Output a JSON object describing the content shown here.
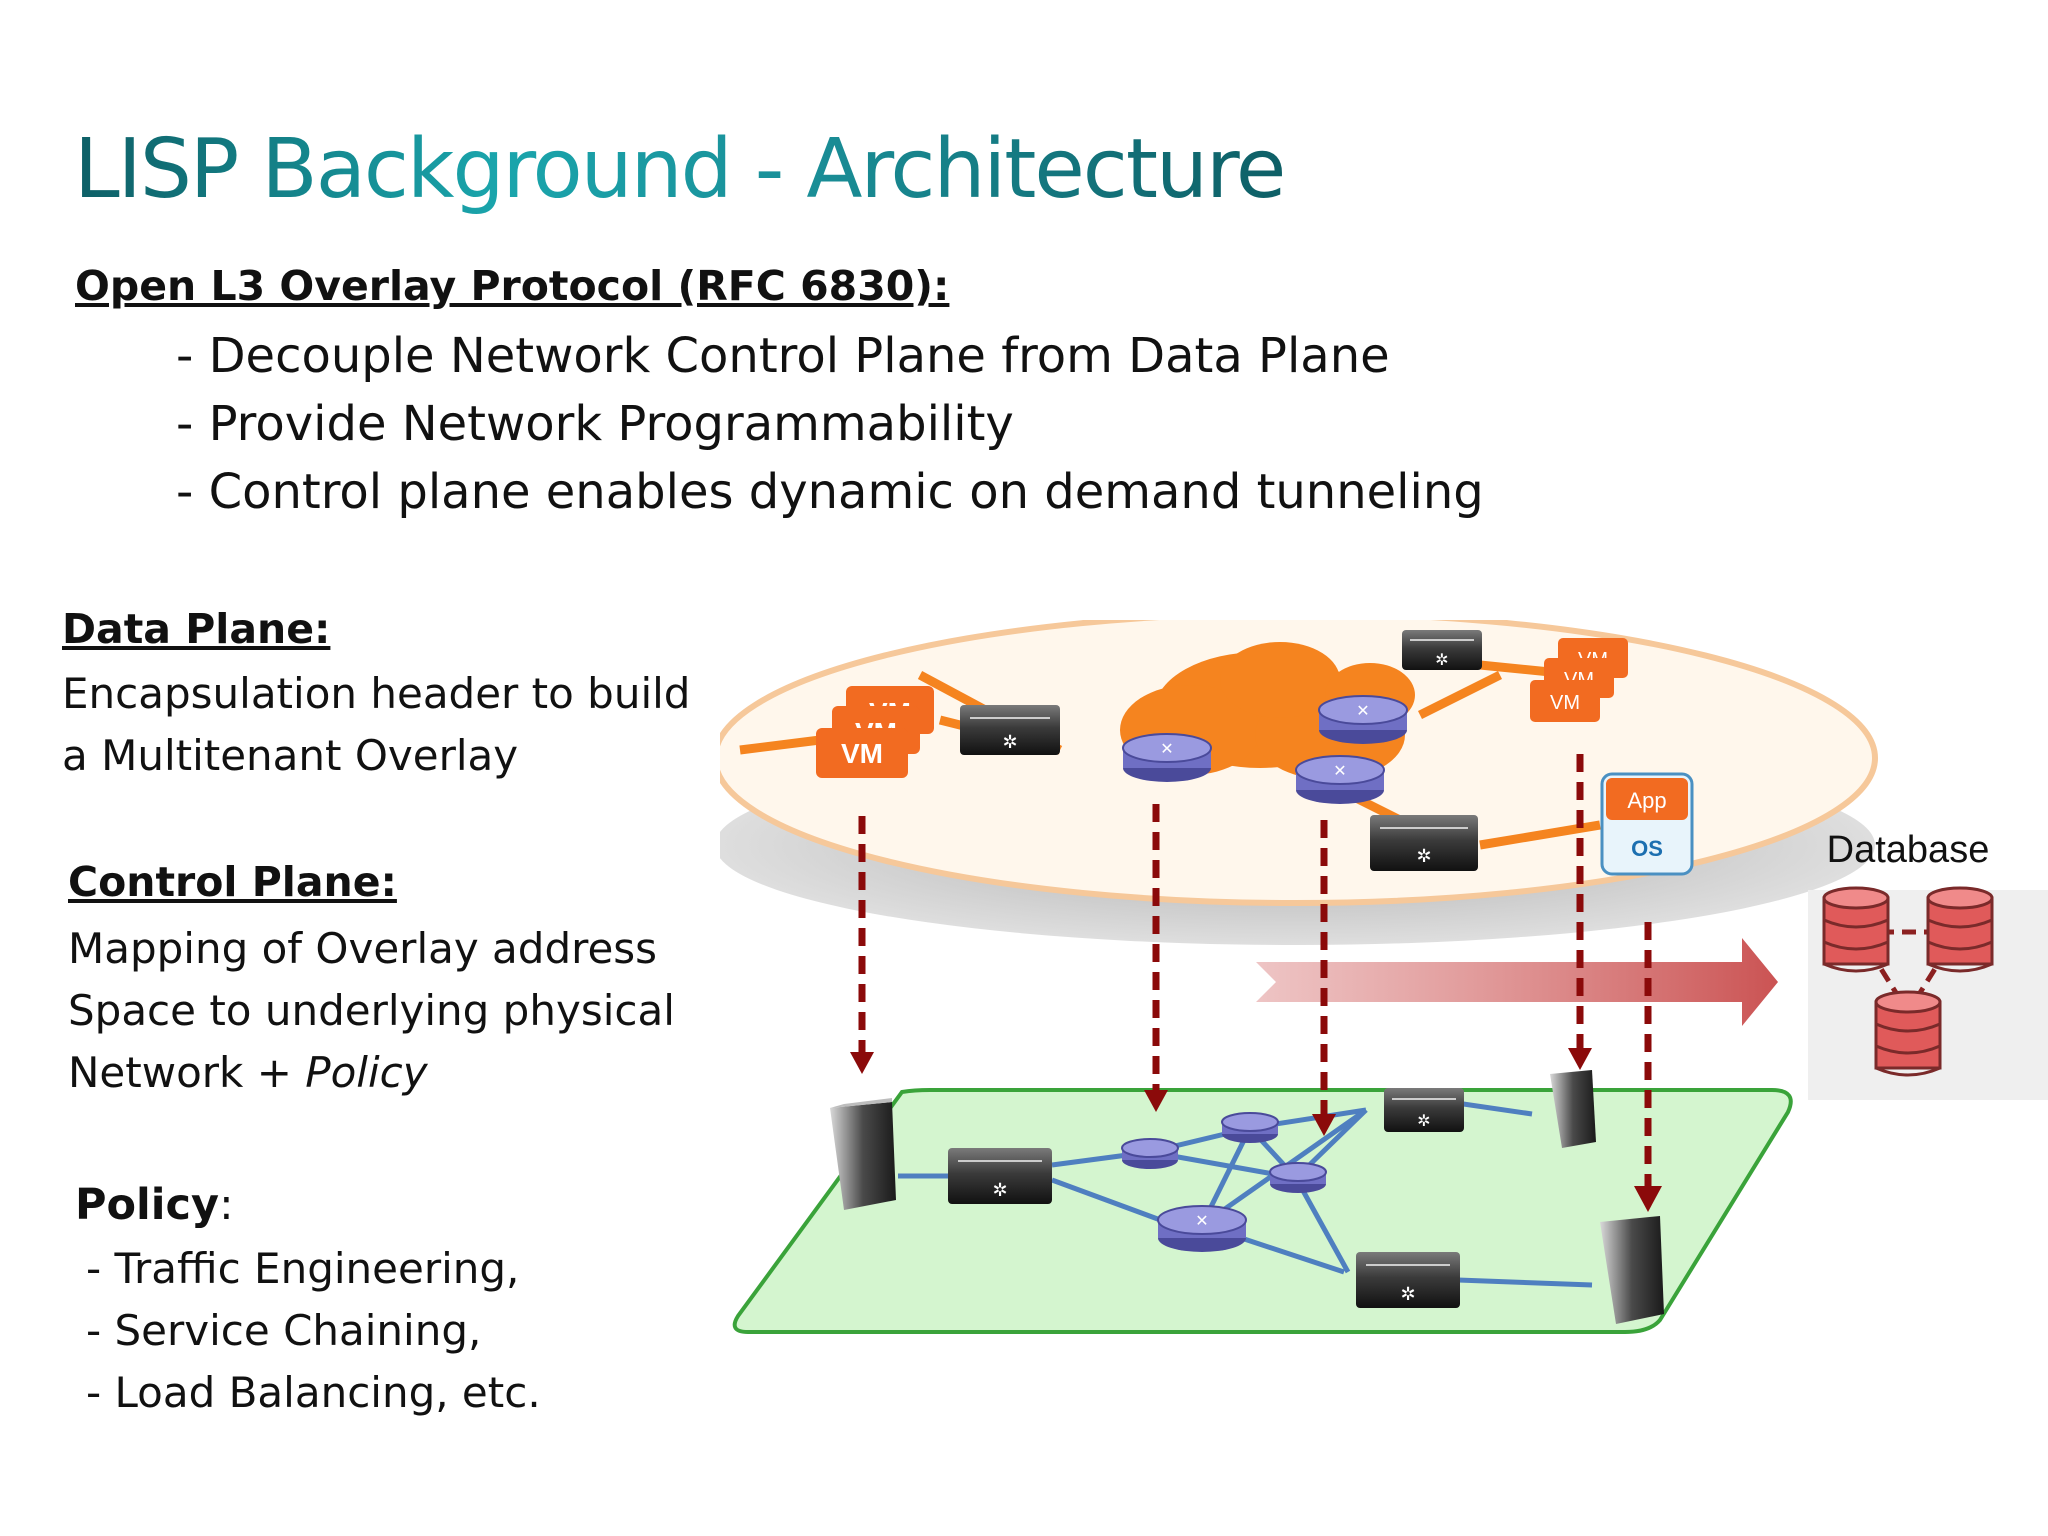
{
  "title": "LISP Background - Architecture",
  "intro": {
    "heading": "Open L3 Overlay Protocol (RFC 6830):",
    "points": [
      "- Decouple Network Control Plane from Data Plane",
      "- Provide Network Programmability",
      "- Control plane enables dynamic on demand tunneling"
    ]
  },
  "data_plane": {
    "heading": "Data Plane:",
    "lines": [
      "Encapsulation header to build",
      "a Multitenant Overlay"
    ]
  },
  "control_plane": {
    "heading": "Control Plane:",
    "lines": [
      "Mapping of Overlay address",
      "Space to underlying physical",
      "Network + "
    ],
    "policy_word": "Policy"
  },
  "policy": {
    "heading": "Policy",
    "colon": ":",
    "items": [
      "- Traffic Engineering,",
      "- Service Chaining,",
      "- Load Balancing, etc."
    ]
  },
  "diagram": {
    "vm_label": "VM",
    "app_label": "App",
    "os_label": "OS",
    "database_label": "Database",
    "colors": {
      "orange": "#f26b21",
      "dark_red": "#8b0a0a",
      "green_plane": "#d4f5cf",
      "green_border": "#3aa33a",
      "router_purple": "#6f6fc4",
      "db_red": "#e05a5a",
      "arrow_red": "#c84a4a"
    }
  }
}
